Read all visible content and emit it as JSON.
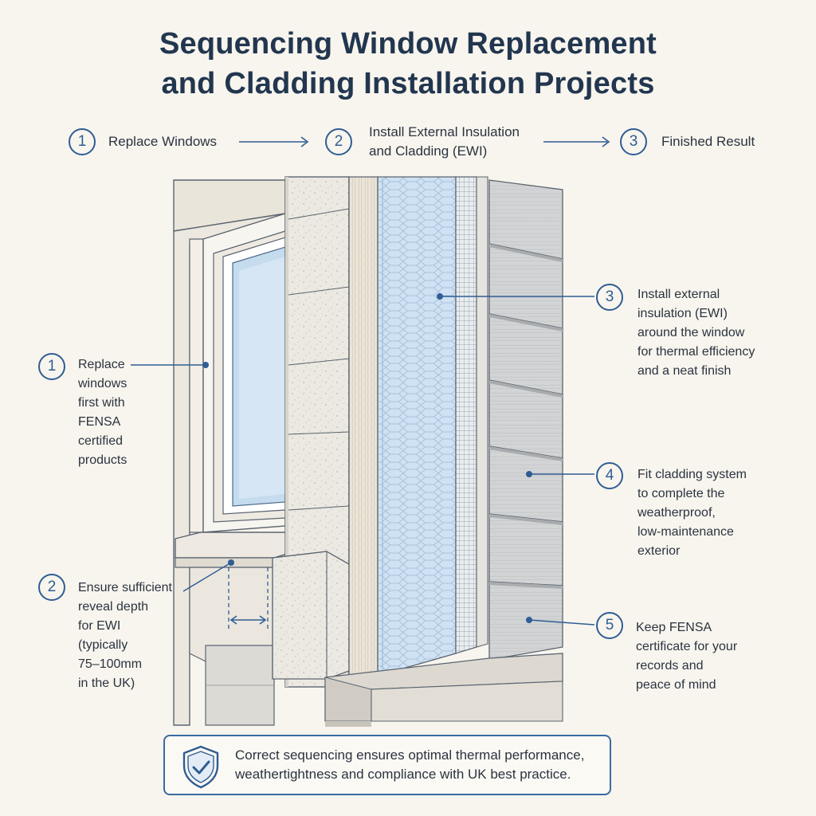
{
  "title": {
    "line1": "Sequencing Window Replacement",
    "line2": "and Cladding Installation Projects"
  },
  "steps": [
    {
      "number": "1",
      "label": "Replace Windows"
    },
    {
      "number": "2",
      "label_line1": "Install External Insulation",
      "label_line2": "and Cladding (EWI)"
    },
    {
      "number": "3",
      "label": "Finished Result"
    }
  ],
  "callouts": {
    "c1": {
      "number": "1",
      "lines": [
        "Replace",
        "windows",
        "first with",
        "FENSA",
        "certified",
        "products"
      ]
    },
    "c2": {
      "number": "2",
      "lines": [
        "Ensure sufficient",
        "reveal depth",
        "for EWI",
        "(typically",
        "75–100mm",
        "in the UK)"
      ]
    },
    "c3": {
      "number": "3",
      "lines": [
        "Install external",
        "insulation (EWI)",
        "around the window",
        "for thermal efficiency",
        "and a neat finish"
      ]
    },
    "c4": {
      "number": "4",
      "lines": [
        "Fit cladding system",
        "to complete the",
        "weatherproof,",
        "low-maintenance",
        "exterior"
      ]
    },
    "c5": {
      "number": "5",
      "lines": [
        "Keep FENSA",
        "certificate for your",
        "records and",
        "peace of mind"
      ]
    }
  },
  "footer": {
    "icon": "shield-check-icon",
    "line1": "Correct sequencing ensures optimal thermal performance,",
    "line2": "weathertightness and compliance with UK best practice."
  },
  "colors": {
    "accent": "#2f5d94",
    "title": "#22364f",
    "insulation": "#cfe1f2",
    "cladding": "#cfd2d3",
    "render": "#ece8df",
    "background": "#f8f5ee"
  }
}
